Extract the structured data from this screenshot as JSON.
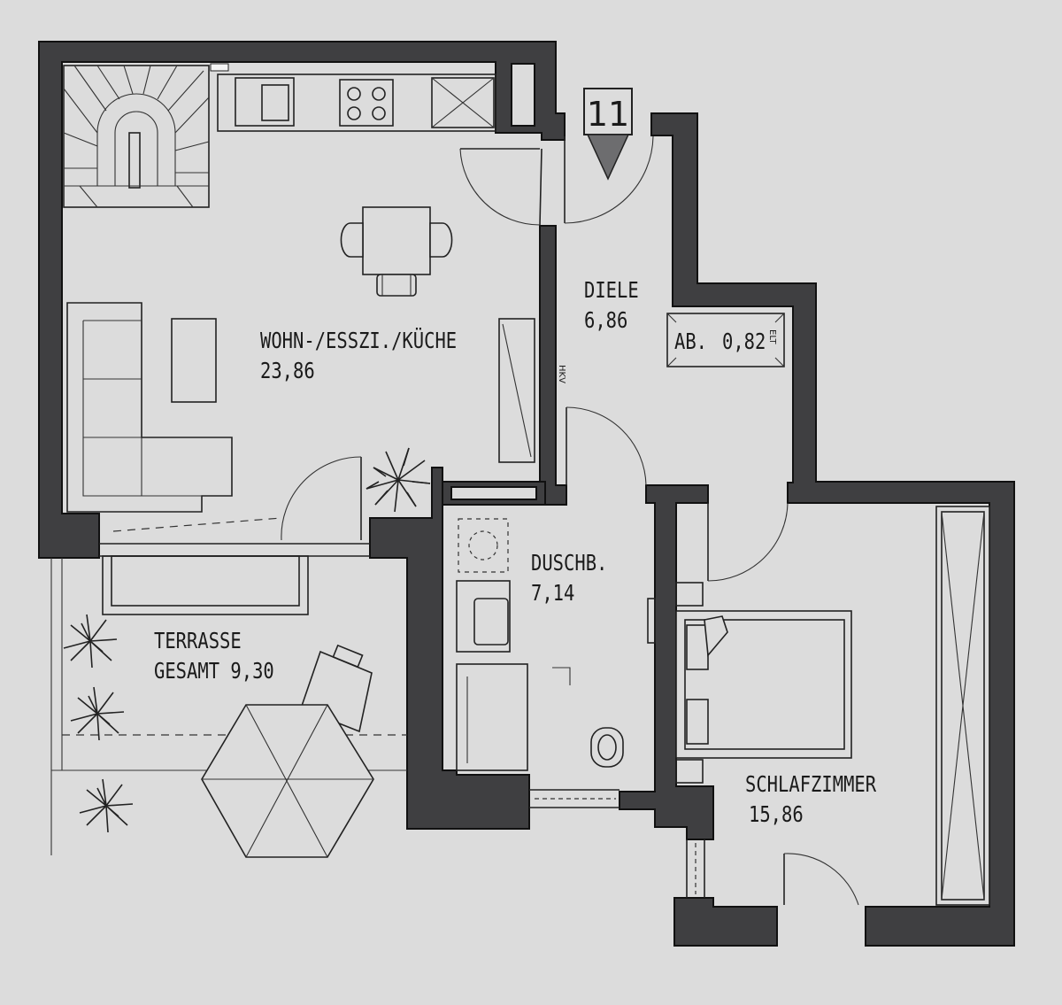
{
  "apartment_number": "11",
  "rooms": {
    "living": {
      "name": "WOHN-/ESSZI./KÜCHE",
      "area": "23,86"
    },
    "hall": {
      "name": "DIELE",
      "area": "6,86"
    },
    "storage": {
      "name": "AB.",
      "area": "0,82",
      "tag": "ELT"
    },
    "bath": {
      "name": "DUSCHB.",
      "area": "7,14"
    },
    "terrace": {
      "name": "TERRASSE",
      "area_label": "GESAMT 9,30"
    },
    "bedroom": {
      "name": "SCHLAFZIMMER",
      "area": "15,86"
    }
  },
  "markers": {
    "heating": "HKV"
  }
}
